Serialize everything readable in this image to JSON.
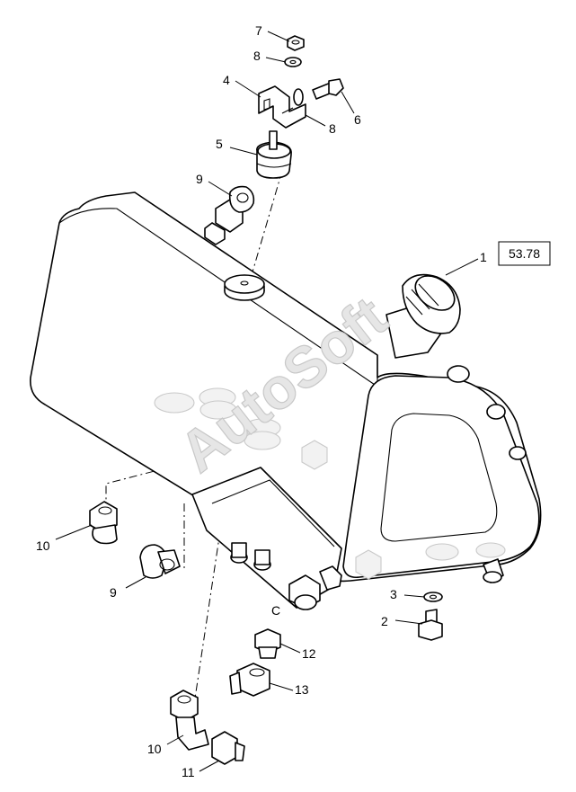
{
  "reference_box": "53.78",
  "connection_label": "C",
  "watermark": "AutoSoft",
  "callouts": [
    "7",
    "8",
    "4",
    "8",
    "6",
    "5",
    "9",
    "1",
    "10",
    "9",
    "3",
    "2",
    "12",
    "13",
    "10",
    "11"
  ]
}
